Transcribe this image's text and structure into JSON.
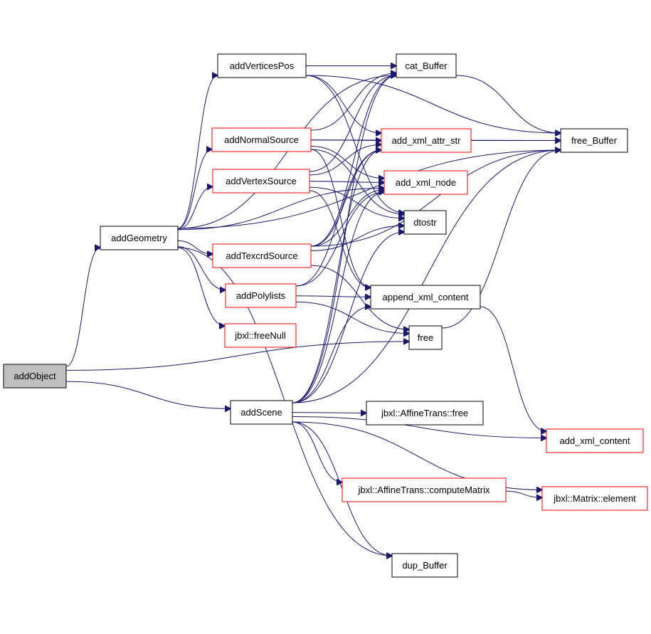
{
  "colors": {
    "edge": "#191970",
    "normal_border": "#000000",
    "truncated_border": "#ff0000",
    "root_fill": "#bfbfbf",
    "node_fill": "#ffffff"
  },
  "nodes": {
    "addObject": {
      "label": "addObject",
      "kind": "root"
    },
    "addGeometry": {
      "label": "addGeometry",
      "kind": "normal"
    },
    "addVerticesPos": {
      "label": "addVerticesPos",
      "kind": "normal"
    },
    "addNormalSource": {
      "label": "addNormalSource",
      "kind": "truncated"
    },
    "addVertexSource": {
      "label": "addVertexSource",
      "kind": "truncated"
    },
    "addTexcrdSource": {
      "label": "addTexcrdSource",
      "kind": "truncated"
    },
    "addPolylists": {
      "label": "addPolylists",
      "kind": "truncated"
    },
    "freeNull": {
      "label": "jbxl::freeNull",
      "kind": "truncated"
    },
    "addScene": {
      "label": "addScene",
      "kind": "normal"
    },
    "cat_Buffer": {
      "label": "cat_Buffer",
      "kind": "normal"
    },
    "add_xml_attr_str": {
      "label": "add_xml_attr_str",
      "kind": "truncated"
    },
    "add_xml_node": {
      "label": "add_xml_node",
      "kind": "truncated"
    },
    "dtostr": {
      "label": "dtostr",
      "kind": "normal"
    },
    "append_xml_content": {
      "label": "append_xml_content",
      "kind": "normal"
    },
    "free": {
      "label": "free",
      "kind": "normal"
    },
    "free_Buffer": {
      "label": "free_Buffer",
      "kind": "normal"
    },
    "affineFree": {
      "label": "jbxl::AffineTrans::free",
      "kind": "normal"
    },
    "add_xml_content": {
      "label": "add_xml_content",
      "kind": "truncated"
    },
    "computeMatrix": {
      "label": "jbxl::AffineTrans::computeMatrix",
      "kind": "truncated"
    },
    "matrixElement": {
      "label": "jbxl::Matrix::element",
      "kind": "truncated"
    },
    "dup_Buffer": {
      "label": "dup_Buffer",
      "kind": "normal"
    }
  },
  "edges": [
    [
      "addObject",
      "addGeometry"
    ],
    [
      "addObject",
      "free"
    ],
    [
      "addObject",
      "addScene"
    ],
    [
      "addGeometry",
      "addVerticesPos"
    ],
    [
      "addGeometry",
      "cat_Buffer"
    ],
    [
      "addGeometry",
      "free_Buffer"
    ],
    [
      "addGeometry",
      "addNormalSource"
    ],
    [
      "addGeometry",
      "addVertexSource"
    ],
    [
      "addGeometry",
      "add_xml_node"
    ],
    [
      "addGeometry",
      "addTexcrdSource"
    ],
    [
      "addGeometry",
      "addPolylists"
    ],
    [
      "addGeometry",
      "freeNull"
    ],
    [
      "addGeometry",
      "dup_Buffer"
    ],
    [
      "addVerticesPos",
      "cat_Buffer"
    ],
    [
      "addVerticesPos",
      "free_Buffer"
    ],
    [
      "addVerticesPos",
      "add_xml_attr_str"
    ],
    [
      "addVerticesPos",
      "dtostr"
    ],
    [
      "addNormalSource",
      "cat_Buffer"
    ],
    [
      "addNormalSource",
      "free_Buffer"
    ],
    [
      "addNormalSource",
      "add_xml_attr_str"
    ],
    [
      "addNormalSource",
      "add_xml_node"
    ],
    [
      "addNormalSource",
      "dtostr"
    ],
    [
      "addNormalSource",
      "append_xml_content"
    ],
    [
      "addVertexSource",
      "cat_Buffer"
    ],
    [
      "addVertexSource",
      "add_xml_attr_str"
    ],
    [
      "addVertexSource",
      "add_xml_node"
    ],
    [
      "addVertexSource",
      "dtostr"
    ],
    [
      "addVertexSource",
      "append_xml_content"
    ],
    [
      "addTexcrdSource",
      "cat_Buffer"
    ],
    [
      "addTexcrdSource",
      "add_xml_attr_str"
    ],
    [
      "addTexcrdSource",
      "add_xml_node"
    ],
    [
      "addTexcrdSource",
      "dtostr"
    ],
    [
      "addTexcrdSource",
      "free_Buffer"
    ],
    [
      "addTexcrdSource",
      "free"
    ],
    [
      "addPolylists",
      "add_xml_attr_str"
    ],
    [
      "addPolylists",
      "add_xml_node"
    ],
    [
      "addPolylists",
      "append_xml_content"
    ],
    [
      "addPolylists",
      "free"
    ],
    [
      "addScene",
      "cat_Buffer"
    ],
    [
      "addScene",
      "add_xml_attr_str"
    ],
    [
      "addScene",
      "add_xml_node"
    ],
    [
      "addScene",
      "dtostr"
    ],
    [
      "addScene",
      "append_xml_content"
    ],
    [
      "addScene",
      "free_Buffer"
    ],
    [
      "addScene",
      "affineFree"
    ],
    [
      "addScene",
      "add_xml_content"
    ],
    [
      "addScene",
      "computeMatrix"
    ],
    [
      "addScene",
      "matrixElement"
    ],
    [
      "addScene",
      "dup_Buffer"
    ],
    [
      "cat_Buffer",
      "free_Buffer"
    ],
    [
      "add_xml_attr_str",
      "free_Buffer"
    ],
    [
      "free",
      "free_Buffer"
    ],
    [
      "append_xml_content",
      "add_xml_content"
    ],
    [
      "computeMatrix",
      "matrixElement"
    ]
  ]
}
